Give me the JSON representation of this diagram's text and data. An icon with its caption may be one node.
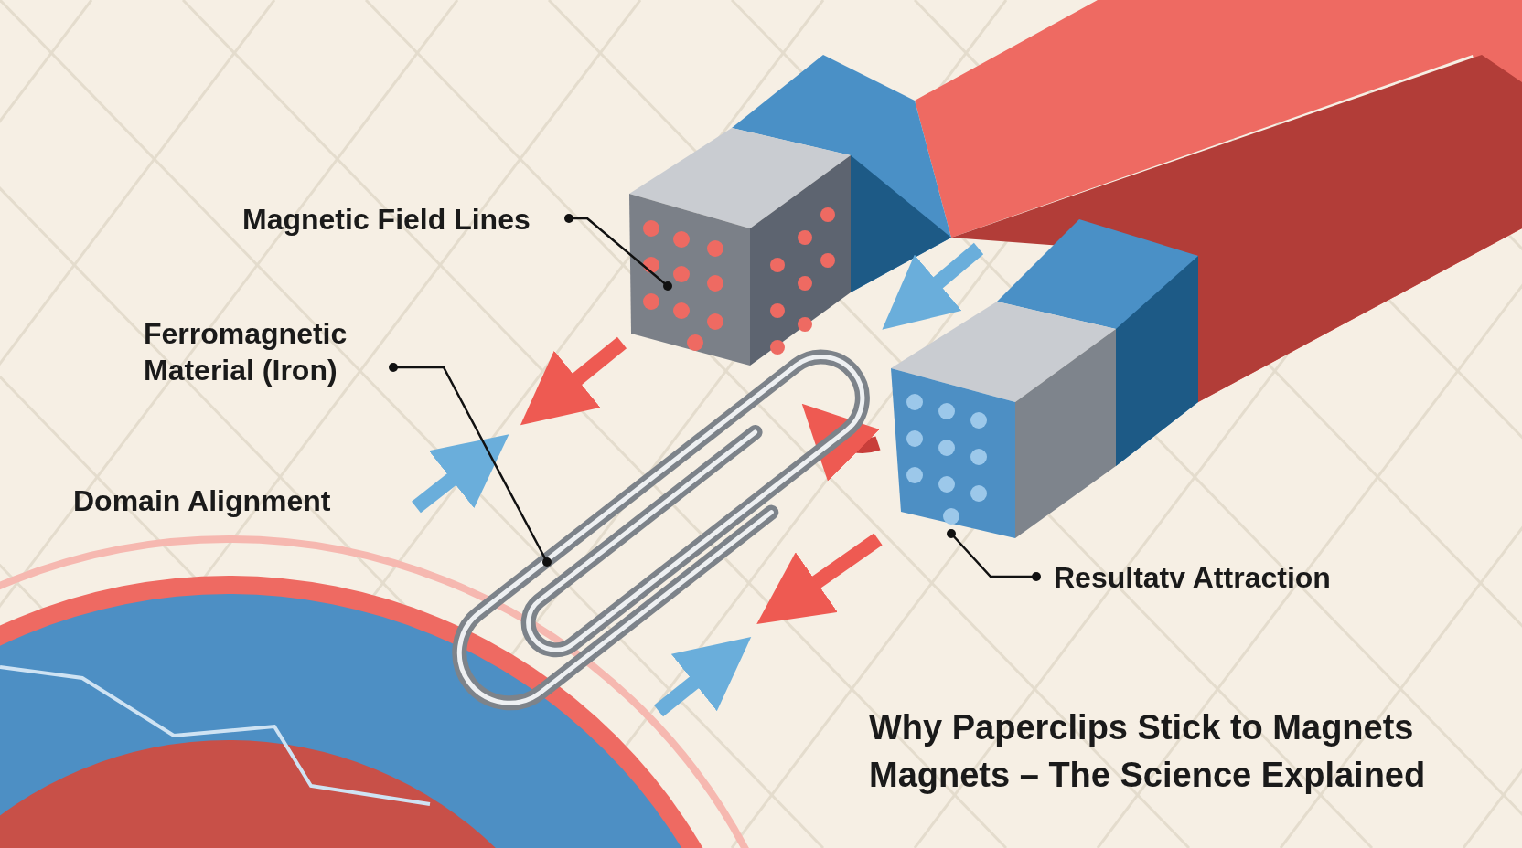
{
  "diagram": {
    "title": "Why Paperclips Stick to Magnets Magnets – The Science Explained",
    "nodes": [
      {
        "text": [
          "Magnetic Field Lines"
        ]
      },
      {
        "text": [],
        "shape": "picture"
      },
      {
        "text": [
          "Ferromagnetic Material (Iron)"
        ]
      },
      {
        "text": [],
        "shape": "picture"
      },
      {
        "text": [
          "Resultatv Attraction"
        ]
      },
      {
        "text": [],
        "shape": "picture"
      }
    ],
    "edges": [
      {
        "from": 0,
        "to": 1,
        "arrow": "other"
      },
      {
        "from": 2,
        "to": 3,
        "arrow": "other"
      },
      {
        "from": 4,
        "to": 5,
        "arrow": "other"
      }
    ],
    "labels": [
      "Domain Alignment"
    ]
  }
}
